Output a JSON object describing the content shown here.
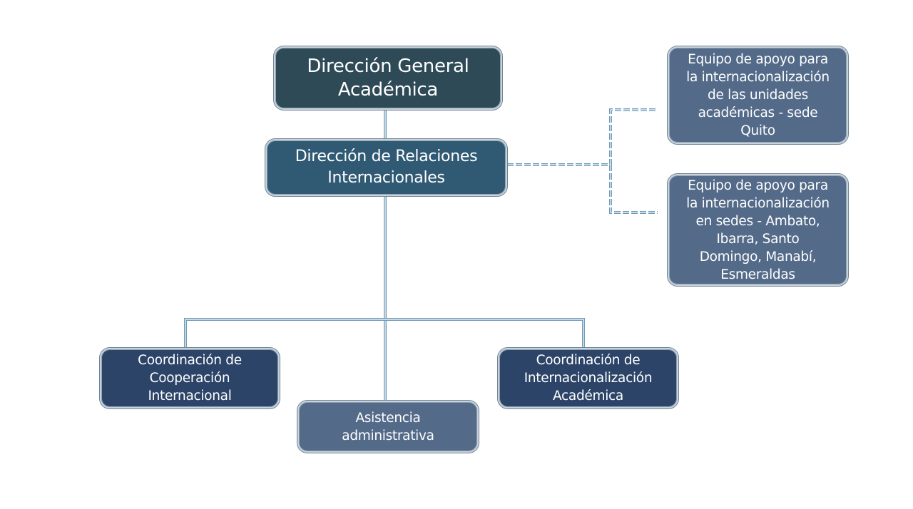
{
  "diagram": {
    "type": "org-chart",
    "colors": {
      "top": "#2e4a57",
      "director": "#305a74",
      "support": "#536a89",
      "coordination": "#2c4468",
      "assistant": "#536a89",
      "connector": "#6f9bb9",
      "connector_light": "#c6d8e4"
    },
    "nodes": {
      "top": {
        "label": "Dirección General Académica",
        "lines": [
          "Dirección General",
          "Académica"
        ]
      },
      "director": {
        "label": "Dirección de Relaciones Internacionales",
        "lines": [
          "Dirección de Relaciones",
          "Internacionales"
        ]
      },
      "support_quito": {
        "label": "Equipo de apoyo para la internacionalización de las unidades académicas - sede Quito",
        "lines": [
          "Equipo de apoyo para",
          "la internacionalización",
          "de las unidades",
          "académicas - sede",
          "Quito"
        ]
      },
      "support_sedes": {
        "label": "Equipo de apoyo para la internacionalización en sedes - Ambato, Ibarra, Santo Domingo, Manabí, Esmeraldas",
        "lines": [
          "Equipo de apoyo para",
          "la internacionalización",
          "en sedes - Ambato,",
          "Ibarra, Santo",
          "Domingo, Manabí,",
          "Esmeraldas"
        ]
      },
      "coop": {
        "label": "Coordinación de Cooperación Internacional",
        "lines": [
          "Coordinación de",
          "Cooperación",
          "Internacional"
        ]
      },
      "assistant": {
        "label": "Asistencia administrativa",
        "lines": [
          "Asistencia",
          "administrativa"
        ]
      },
      "intl_academic": {
        "label": "Coordinación de Internacionalización Académica",
        "lines": [
          "Coordinación de",
          "Internacionalización",
          "Académica"
        ]
      }
    },
    "edges": [
      {
        "from": "top",
        "to": "director",
        "style": "solid"
      },
      {
        "from": "director",
        "to": "support_quito",
        "style": "dashed"
      },
      {
        "from": "director",
        "to": "support_sedes",
        "style": "dashed"
      },
      {
        "from": "director",
        "to": "coop",
        "style": "solid"
      },
      {
        "from": "director",
        "to": "assistant",
        "style": "solid"
      },
      {
        "from": "director",
        "to": "intl_academic",
        "style": "solid"
      }
    ]
  }
}
